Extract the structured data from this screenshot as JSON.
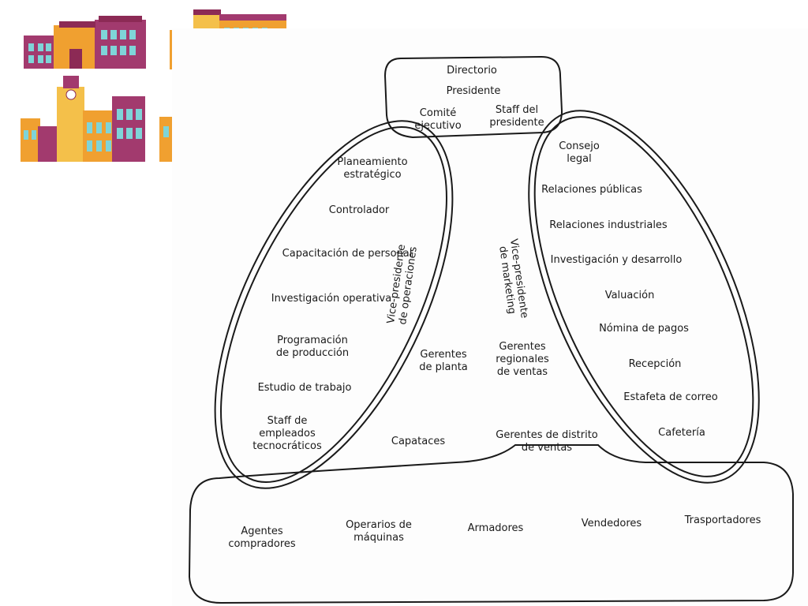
{
  "colors": {
    "outline": "#1a1a1a",
    "wall_purple": "#a23a6e",
    "wall_orange": "#f0a030",
    "wall_gold": "#f4c04a",
    "window": "#7fd4d8",
    "roof": "#8c2a55"
  },
  "illustration": {
    "icons": [
      "school-building-icon",
      "school-building-icon",
      "school-building-icon",
      "school-building-icon"
    ]
  },
  "top": {
    "directorio": "Directorio",
    "presidente": "Presidente",
    "comite_1": "Comité",
    "comite_2": "ejecutivo",
    "staff_1": "Staff del",
    "staff_2": "presidente"
  },
  "left": {
    "items": [
      [
        "Planeamiento",
        "estratégico"
      ],
      [
        "Controlador"
      ],
      [
        "Capacitación de personal"
      ],
      [
        "Investigación operativa"
      ],
      [
        "Programación",
        "de producción"
      ],
      [
        "Estudio de trabajo"
      ],
      [
        "Staff de",
        "empleados",
        "tecnocráticos"
      ]
    ]
  },
  "right": {
    "items": [
      [
        "Consejo",
        "legal"
      ],
      [
        "Relaciones públicas"
      ],
      [
        "Relaciones industriales"
      ],
      [
        "Investigación y desarrollo"
      ],
      [
        "Valuación"
      ],
      [
        "Nómina de pagos"
      ],
      [
        "Recepción"
      ],
      [
        "Estafeta de correo"
      ],
      [
        "Cafetería"
      ]
    ]
  },
  "middle": {
    "vp_ops_1": "Vice-presidente",
    "vp_ops_2": "de operaciones",
    "vp_mkt_1": "Vice-presidente",
    "vp_mkt_2": "de marketing",
    "plant_1": "Gerentes",
    "plant_2": "de planta",
    "regional_1": "Gerentes",
    "regional_2": "regionales",
    "regional_3": "de ventas",
    "capataces": "Capataces",
    "district_1": "Gerentes de distrito",
    "district_2": "de ventas"
  },
  "bottom": {
    "items": [
      [
        "Agentes",
        "compradores"
      ],
      [
        "Operarios de",
        "máquinas"
      ],
      [
        "Armadores"
      ],
      [
        "Vendedores"
      ],
      [
        "Trasportadores"
      ]
    ]
  }
}
